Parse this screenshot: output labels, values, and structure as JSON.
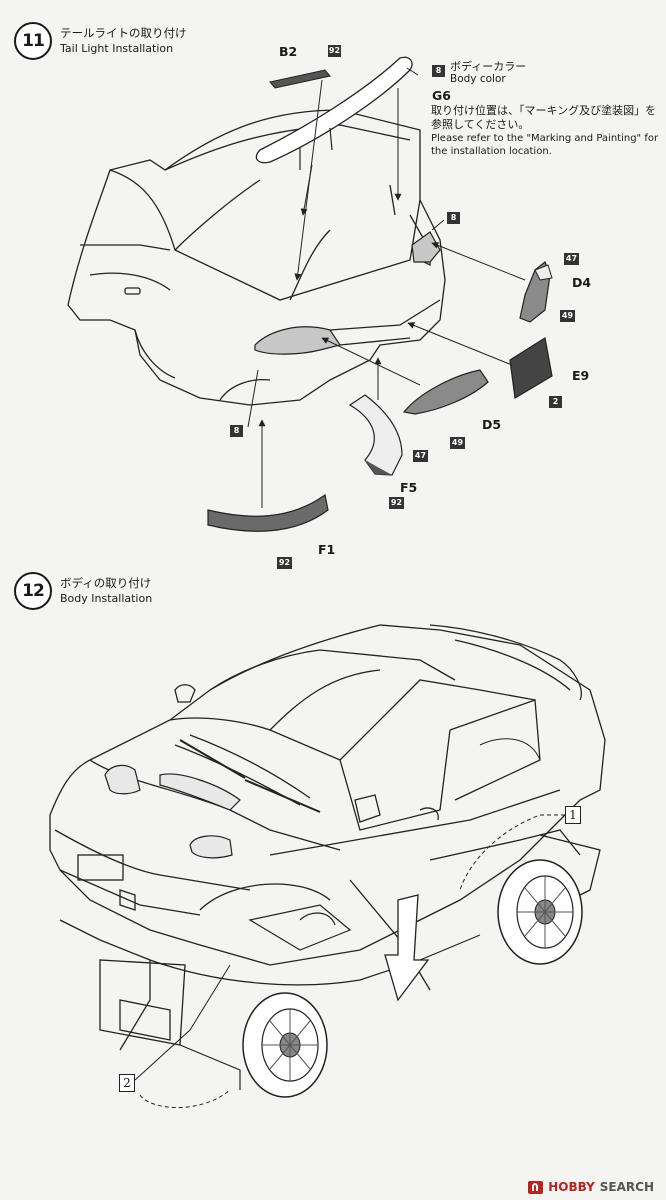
{
  "step11": {
    "number": "11",
    "title_jp": "テールライトの取り付け",
    "title_en": "Tail Light Installation"
  },
  "step12": {
    "number": "12",
    "title_jp": "ボディの取り付け",
    "title_en": "Body Installation"
  },
  "note": {
    "color_jp": "ボディーカラー",
    "color_en": "Body color",
    "line1_jp": "取り付け位置は、「マーキング及び塗装図」を",
    "line2_jp": "参照してください。",
    "line1_en": "Please refer to the \"Marking and Painting\" for",
    "line2_en": "the installation location."
  },
  "parts": {
    "b2": "B2",
    "g6": "G6",
    "d4": "D4",
    "e9": "E9",
    "d5": "D5",
    "f5": "F5",
    "f1": "F1"
  },
  "badges": {
    "b2_92": "92",
    "g6_8": "8",
    "lamp_8": "8",
    "d4_47": "47",
    "d4_49": "49",
    "e9_2": "2",
    "d5_47": "47",
    "d5_49": "49",
    "f5_92": "92",
    "bumper_8": "8",
    "f1_92": "92"
  },
  "callouts": {
    "c1": "1",
    "c2": "2"
  },
  "watermark": {
    "brand": "HOBBY",
    "text": "SEARCH"
  }
}
